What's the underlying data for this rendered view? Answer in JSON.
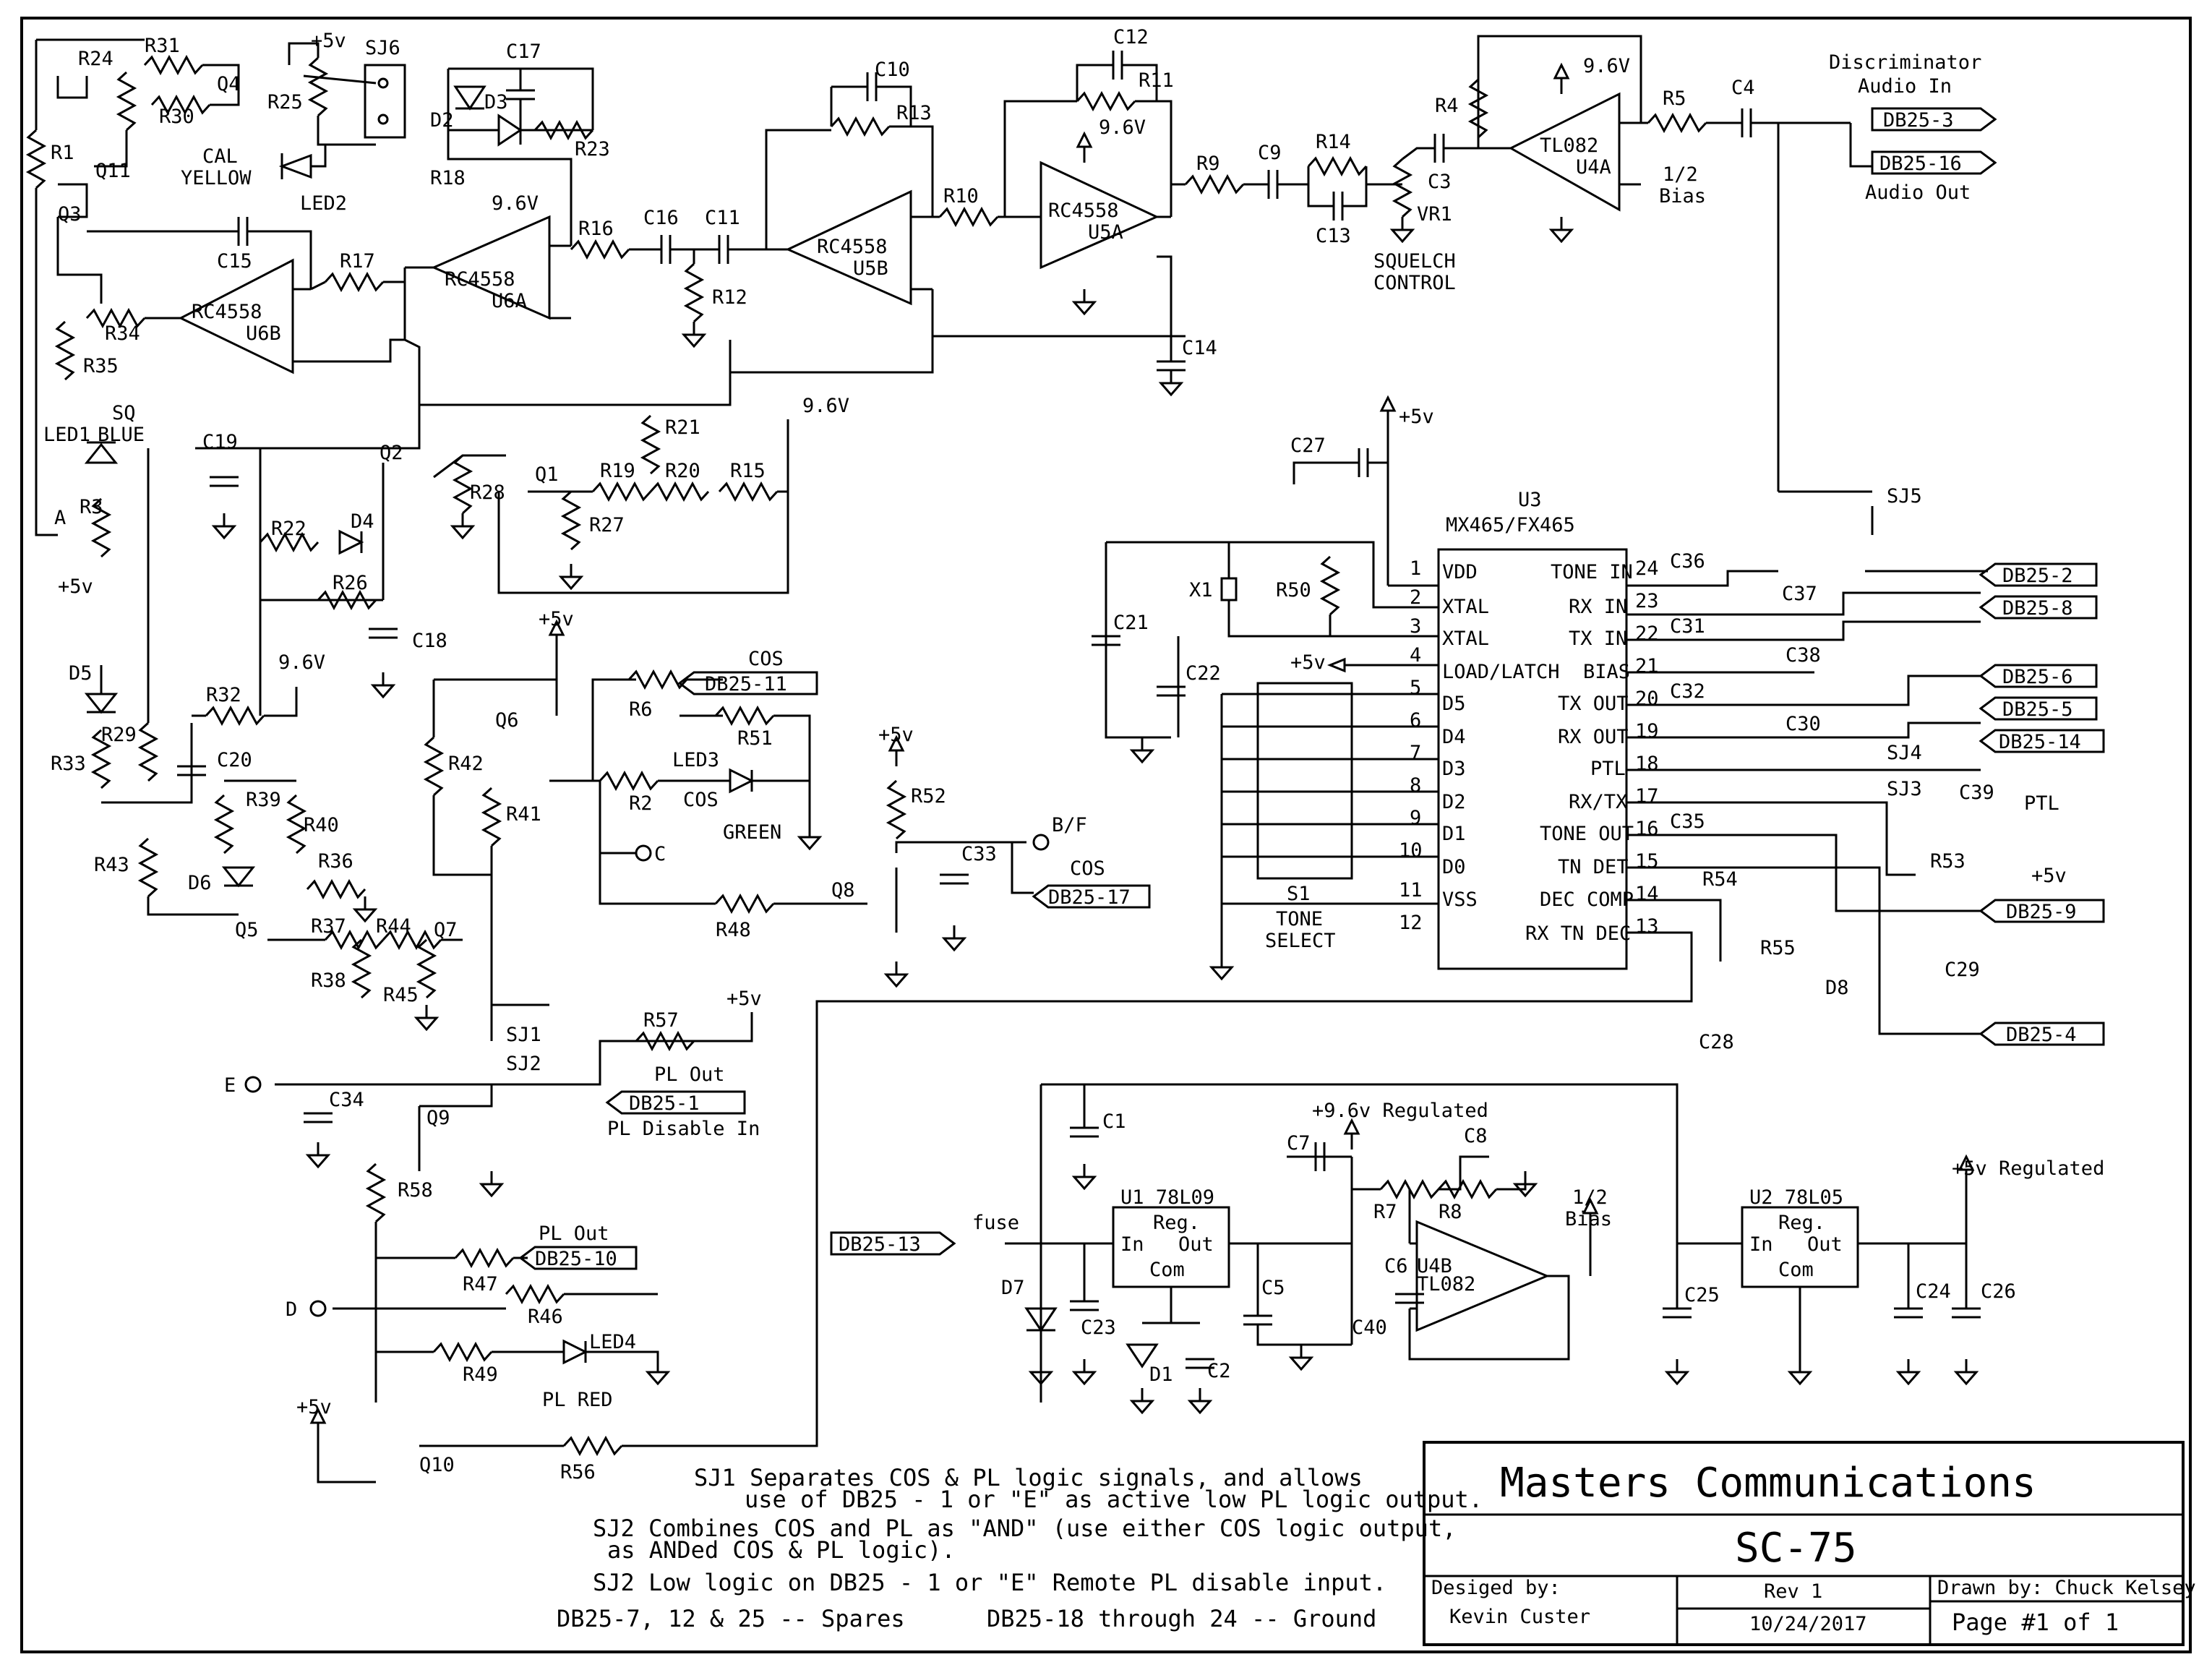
{
  "title_block": {
    "company": "Masters Communications",
    "model": "SC-75",
    "designed_by_label": "Desiged by:",
    "designer": "Kevin Custer",
    "rev": "Rev 1",
    "date": "10/24/2017",
    "drawn_by": "Drawn by: Chuck Kelsey",
    "page": "Page #1 of 1"
  },
  "notes": [
    "SJ1 Separates COS & PL logic signals, and allows",
    "use of DB25 - 1 or \"E\" as active low PL logic output.",
    "SJ2 Combines COS and PL as \"AND\" (use either COS logic output,",
    "as ANDed COS & PL logic).",
    "SJ2 Low logic on DB25 - 1 or \"E\" Remote PL disable input.",
    "DB25-7, 12 & 25 -- Spares",
    "DB25-18 through 24 -- Ground"
  ],
  "connectors": {
    "db25_3": "DB25-3",
    "db25_16": "DB25-16",
    "db25_2": "DB25-2",
    "db25_8": "DB25-8",
    "db25_6": "DB25-6",
    "db25_5": "DB25-5",
    "db25_14": "DB25-14",
    "db25_9": "DB25-9",
    "db25_4": "DB25-4",
    "db25_11": "DB25-11",
    "db25_17": "DB25-17",
    "db25_1": "DB25-1",
    "db25_10": "DB25-10",
    "db25_13": "DB25-13"
  },
  "signals": {
    "disc_audio": "Discriminator",
    "audio_in": "Audio In",
    "audio_out": "Audio Out",
    "cos": "COS",
    "cos_bar": "COS",
    "pl_out": "PL Out",
    "pl_out2": "PL Out",
    "pl_disable": "PL Disable In",
    "squelch": "SQUELCH",
    "control": "CONTROL",
    "half_bias": "1/2",
    "bias": "Bias",
    "half_bias2": "1/2",
    "bias2": "Bias",
    "v96": "9.6V",
    "v5": "+5v",
    "v96_reg": "+9.6v Regulated",
    "v5_reg": "+5v Regulated",
    "tone_select": "TONE",
    "select": "SELECT",
    "fuse": "fuse",
    "ptl": "PTL",
    "bf": "B/F",
    "a": "A",
    "c": "C",
    "d": "D",
    "e": "E",
    "cal_yellow_1": "CAL",
    "cal_yellow_2": "YELLOW",
    "sq_blue_1": "SQ",
    "sq_blue_2": "BLUE",
    "green": "GREEN",
    "pl_red": "PL RED"
  },
  "chips": {
    "u3_name": "U3",
    "u3_part": "MX465/FX465",
    "u6a": "RC4558",
    "u6a_ref": "U6A",
    "u6b": "RC4558",
    "u6b_ref": "U6B",
    "u5b": "RC4558",
    "u5b_ref": "U5B",
    "u5a": "RC4558",
    "u5a_ref": "U5A",
    "u4a": "TL082",
    "u4a_ref": "U4A",
    "u4b": "TL082",
    "u4b_ref": "U4B",
    "u1": "U1 78L09",
    "u2": "U2 78L05",
    "reg": "Reg.",
    "in": "In",
    "out": "Out",
    "com": "Com"
  },
  "u3_pins_left": [
    {
      "num": "1",
      "name": "VDD"
    },
    {
      "num": "2",
      "name": "XTAL"
    },
    {
      "num": "3",
      "name": "XTAL"
    },
    {
      "num": "4",
      "name": "LOAD/LATCH"
    },
    {
      "num": "5",
      "name": "D5"
    },
    {
      "num": "6",
      "name": "D4"
    },
    {
      "num": "7",
      "name": "D3"
    },
    {
      "num": "8",
      "name": "D2"
    },
    {
      "num": "9",
      "name": "D1"
    },
    {
      "num": "10",
      "name": "D0"
    },
    {
      "num": "11",
      "name": "VSS"
    },
    {
      "num": "12",
      "name": ""
    }
  ],
  "u3_pins_right": [
    {
      "num": "24",
      "name": "TONE IN"
    },
    {
      "num": "23",
      "name": "RX IN"
    },
    {
      "num": "22",
      "name": "TX IN"
    },
    {
      "num": "21",
      "name": "BIAS"
    },
    {
      "num": "20",
      "name": "TX OUT"
    },
    {
      "num": "19",
      "name": "RX OUT"
    },
    {
      "num": "18",
      "name": "PTL"
    },
    {
      "num": "17",
      "name": "RX/TX"
    },
    {
      "num": "16",
      "name": "TONE OUT"
    },
    {
      "num": "15",
      "name": "TN DET"
    },
    {
      "num": "14",
      "name": "DEC COMP"
    },
    {
      "num": "13",
      "name": "RX TN DEC"
    }
  ],
  "components": {
    "R1": "R1",
    "R2": "R2",
    "R3": "R3",
    "R4": "R4",
    "R5": "R5",
    "R6": "R6",
    "R7": "R7",
    "R8": "R8",
    "R9": "R9",
    "R10": "R10",
    "R11": "R11",
    "R12": "R12",
    "R13": "R13",
    "R14": "R14",
    "R15": "R15",
    "R16": "R16",
    "R17": "R17",
    "R18": "R18",
    "R19": "R19",
    "R20": "R20",
    "R21": "R21",
    "R22": "R22",
    "R23": "R23",
    "R24": "R24",
    "R25": "R25",
    "R26": "R26",
    "R27": "R27",
    "R28": "R28",
    "R29": "R29",
    "R30": "R30",
    "R31": "R31",
    "R32": "R32",
    "R33": "R33",
    "R34": "R34",
    "R35": "R35",
    "R36": "R36",
    "R37": "R37",
    "R38": "R38",
    "R39": "R39",
    "R40": "R40",
    "R41": "R41",
    "R42": "R42",
    "R43": "R43",
    "R44": "R44",
    "R45": "R45",
    "R46": "R46",
    "R47": "R47",
    "R48": "R48",
    "R49": "R49",
    "R50": "R50",
    "R51": "R51",
    "R52": "R52",
    "R53": "R53",
    "R54": "R54",
    "R55": "R55",
    "R56": "R56",
    "R57": "R57",
    "R58": "R58",
    "C1": "C1",
    "C2": "C2",
    "C3": "C3",
    "C4": "C4",
    "C5": "C5",
    "C6": "C6",
    "C7": "C7",
    "C8": "C8",
    "C9": "C9",
    "C10": "C10",
    "C11": "C11",
    "C12": "C12",
    "C13": "C13",
    "C14": "C14",
    "C15": "C15",
    "C16": "C16",
    "C17": "C17",
    "C18": "C18",
    "C19": "C19",
    "C20": "C20",
    "C21": "C21",
    "C22": "C22",
    "C23": "C23",
    "C24": "C24",
    "C25": "C25",
    "C26": "C26",
    "C27": "C27",
    "C28": "C28",
    "C29": "C29",
    "C30": "C30",
    "C31": "C31",
    "C32": "C32",
    "C33": "C33",
    "C34": "C34",
    "C35": "C35",
    "C36": "C36",
    "C37": "C37",
    "C38": "C38",
    "C39": "C39",
    "C40": "C40",
    "Q1": "Q1",
    "Q2": "Q2",
    "Q3": "Q3",
    "Q4": "Q4",
    "Q5": "Q5",
    "Q6": "Q6",
    "Q7": "Q7",
    "Q8": "Q8",
    "Q9": "Q9",
    "Q10": "Q10",
    "Q11": "Q11",
    "D1": "D1",
    "D2": "D2",
    "D3": "D3",
    "D4": "D4",
    "D5": "D5",
    "D6": "D6",
    "D7": "D7",
    "D8": "D8",
    "LED1": "LED1",
    "LED2": "LED2",
    "LED3": "LED3",
    "LED4": "LED4",
    "VR1": "VR1",
    "X1": "X1",
    "S1": "S1",
    "SJ1": "SJ1",
    "SJ2": "SJ2",
    "SJ3": "SJ3",
    "SJ4": "SJ4",
    "SJ5": "SJ5",
    "SJ6": "SJ6"
  }
}
